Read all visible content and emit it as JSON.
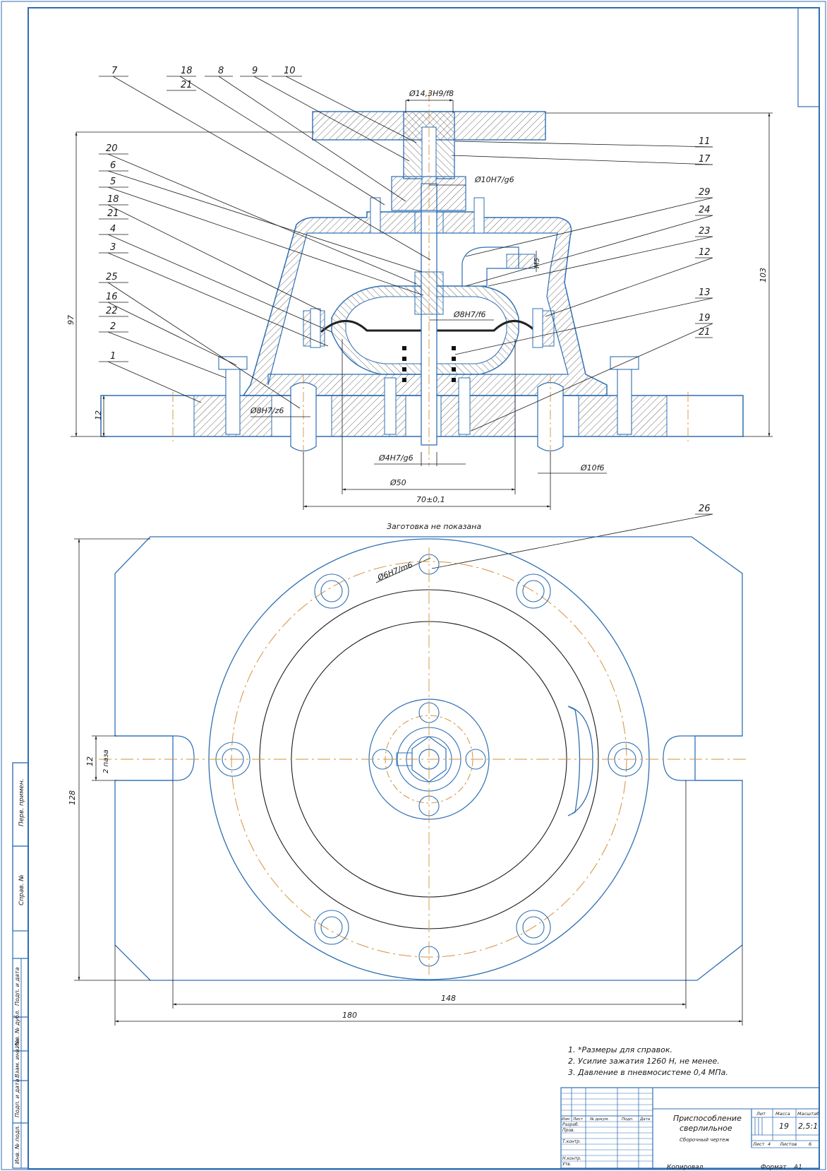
{
  "drawing": {
    "callouts_top": [
      "7",
      "18",
      "21",
      "8",
      "9",
      "10"
    ],
    "callouts_left": [
      "20",
      "6",
      "5",
      "18",
      "21",
      "4",
      "3",
      "25",
      "16",
      "22",
      "2",
      "1"
    ],
    "callouts_right": [
      "11",
      "17",
      "29",
      "24",
      "23",
      "12",
      "13",
      "19",
      "21"
    ],
    "callout_bottom": "26",
    "dimensions": {
      "top_bore": "Ø14,3H9/f8",
      "fit_10": "Ø10H7/g6",
      "fit_8f6": "Ø8H7/f6",
      "fit_8z6": "Ø8H7/z6",
      "fit_4": "Ø4H7/g6",
      "dia_50": "Ø50",
      "center_70": "70±0,1",
      "dia_10f6": "Ø10f6",
      "height_97": "97",
      "height_103": "103",
      "height_12": "12",
      "thread_m5": "М5",
      "pin_6": "Ø6H7/m6",
      "slot_12": "12",
      "slot_2paza": "2 паза",
      "height_128": "128",
      "width_148": "148",
      "width_180": "180"
    },
    "workpiece_note": "Заготовка не показана"
  },
  "notes": [
    "1. *Размеры для справок.",
    "2. Усилие зажатия 1260 Н, не менее.",
    "3. Давление в пневмосистеме 0,4 МПа."
  ],
  "title_block": {
    "title_line1": "Приспособление",
    "title_line2": "сверлильное",
    "subtitle": "Сборочный чертеж",
    "col_lit": "Лит",
    "col_mass": "Масса",
    "col_scale": "Масштаб",
    "mass_value": "19",
    "scale_value": "2,5:1",
    "sheet_label": "Лист",
    "sheet_value": "4",
    "sheets_label": "Листов",
    "sheets_value": "6",
    "row_izm": "Изм",
    "row_list": "Лист",
    "row_ndoc": "№ докум.",
    "row_podp": "Подп.",
    "row_data": "Дата",
    "row_razrab": "Разраб.",
    "row_prov": "Пров.",
    "row_tkontr": "Т.контр.",
    "row_nkontr": "Н.контр.",
    "row_utv": "Утв."
  },
  "footer": {
    "copied": "Копировал",
    "format": "Формат",
    "format_value": "А1"
  },
  "side_stamp": [
    "Перв. примен.",
    "Справ. №",
    "Подп. и дата",
    "Инв. № дубл.",
    "Взам. инв. №",
    "Подп. и дата",
    "Инв. № подл."
  ]
}
